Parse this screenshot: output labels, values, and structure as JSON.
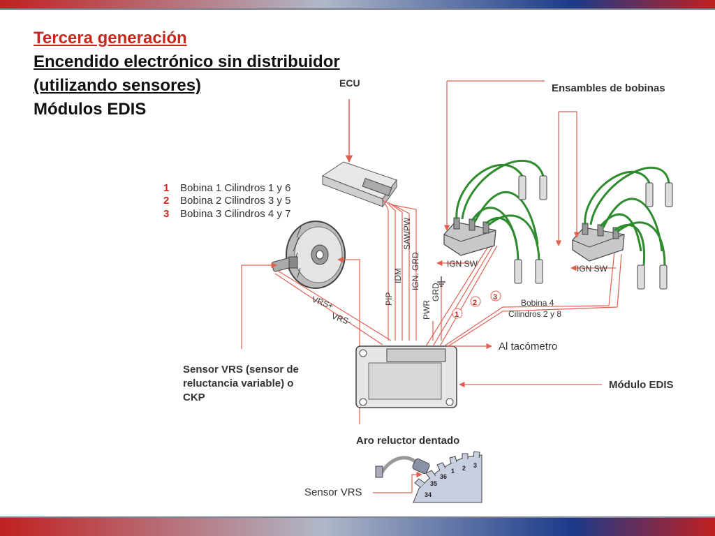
{
  "slide": {
    "title_line1": "Tercera generación",
    "title_line2": "Encendido electrónico sin distribuidor",
    "title_line3": "(utilizando sensores)",
    "title_line4": "Módulos EDIS"
  },
  "labels": {
    "ecu": "ECU",
    "ensambles": "Ensambles de bobinas",
    "legend": [
      {
        "num": "1",
        "text": "Bobina 1 Cilindros 1 y 6"
      },
      {
        "num": "2",
        "text": "Bobina 2 Cilindros 3 y 5"
      },
      {
        "num": "3",
        "text": "Bobina 3 Cilindros 4 y 7"
      }
    ],
    "wires": {
      "pip": "PIP",
      "idm": "IDM",
      "ign_grd": "IGN. GRD",
      "sawpw": "SAWPW",
      "pwr": "PWR",
      "grd": "GRD"
    },
    "vrs_plus": "VRS+",
    "vrs_minus": "VRS-",
    "ign_sw_1": "IGN SW",
    "ign_sw_2": "IGN SW",
    "circle_nums": [
      "1",
      "2",
      "3"
    ],
    "bobina4_l1": "Bobina 4",
    "bobina4_l2": "Cilindros 2 y 8",
    "tacometro": "Al tacómetro",
    "sensor_l1": "Sensor VRS (sensor de",
    "sensor_l2": "reluctancia variable) o",
    "sensor_l3": "CKP",
    "modulo": "Módulo EDIS",
    "aro": "Aro reluctor dentado",
    "sensor_vrs": "Sensor VRS",
    "teeth": [
      "3",
      "2",
      "1",
      "36",
      "35",
      "34"
    ]
  },
  "colors": {
    "accent": "#c8281c",
    "wire_green": "#2e8b2e",
    "callout": "#e06050"
  }
}
